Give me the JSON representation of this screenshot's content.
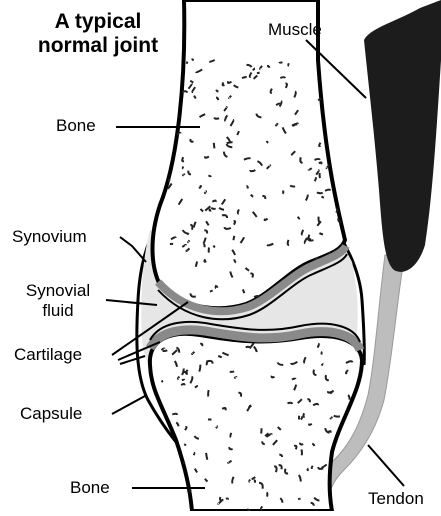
{
  "title": {
    "line1": "A typical",
    "line2": "normal joint"
  },
  "labels": {
    "muscle": "Muscle",
    "bone_top": "Bone",
    "synovium": "Synovium",
    "synovial_fluid_line1": "Synovial",
    "synovial_fluid_line2": "fluid",
    "cartilage": "Cartilage",
    "capsule": "Capsule",
    "bone_bottom": "Bone",
    "tendon": "Tendon"
  },
  "colors": {
    "outline": "#000000",
    "bone_fill": "#ffffff",
    "bone_speckle": "#222222",
    "muscle": "#1c1c1c",
    "cartilage": "#8a8a8a",
    "fluid": "#c8c8c8",
    "tendon": "#bdbdbd"
  }
}
